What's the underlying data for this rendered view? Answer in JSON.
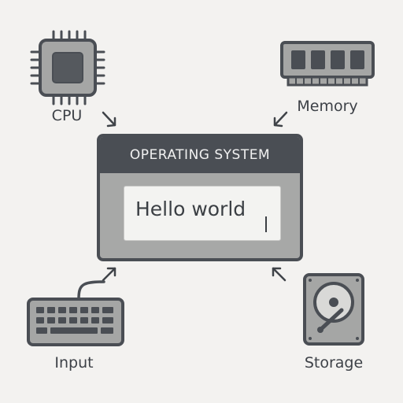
{
  "diagram": {
    "center": {
      "title": "OPERATING SYSTEM",
      "text_value": "Hello world"
    },
    "components": [
      {
        "id": "cpu",
        "label": "CPU",
        "icon": "cpu-chip-icon"
      },
      {
        "id": "memory",
        "label": "Memory",
        "icon": "memory-module-icon"
      },
      {
        "id": "input",
        "label": "Input",
        "icon": "keyboard-icon"
      },
      {
        "id": "storage",
        "label": "Storage",
        "icon": "hard-drive-icon"
      }
    ],
    "connections": [
      {
        "from": "cpu",
        "to": "os"
      },
      {
        "from": "memory",
        "to": "os"
      },
      {
        "from": "input",
        "to": "os"
      },
      {
        "from": "storage",
        "to": "os"
      }
    ],
    "colors": {
      "background": "#f3f2f0",
      "dark": "#4a4e54",
      "mid": "#a7a8a7",
      "light": "#f3f3f1"
    }
  }
}
